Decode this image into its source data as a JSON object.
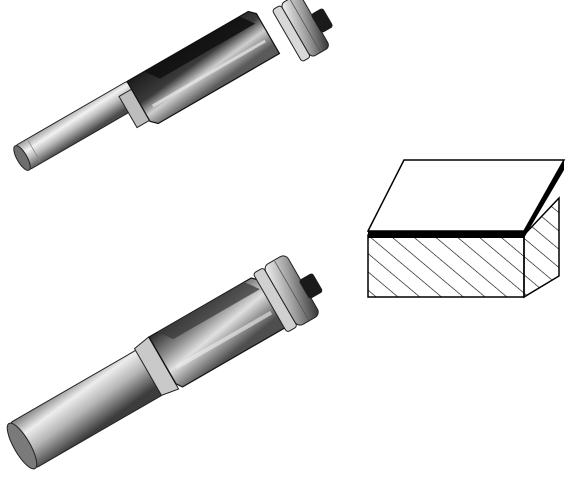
{
  "figure": {
    "items": [
      {
        "name": "router-bit-small",
        "kind": "photo-illustration"
      },
      {
        "name": "router-bit-large",
        "kind": "photo-illustration"
      },
      {
        "name": "edge-profile-diagram",
        "kind": "line-drawing"
      }
    ],
    "colors": {
      "background": "#ffffff",
      "steel_dark": "#2a2a2a",
      "steel_mid": "#6b6b6b",
      "steel_light": "#d9d9d9",
      "ink": "#000000"
    }
  }
}
